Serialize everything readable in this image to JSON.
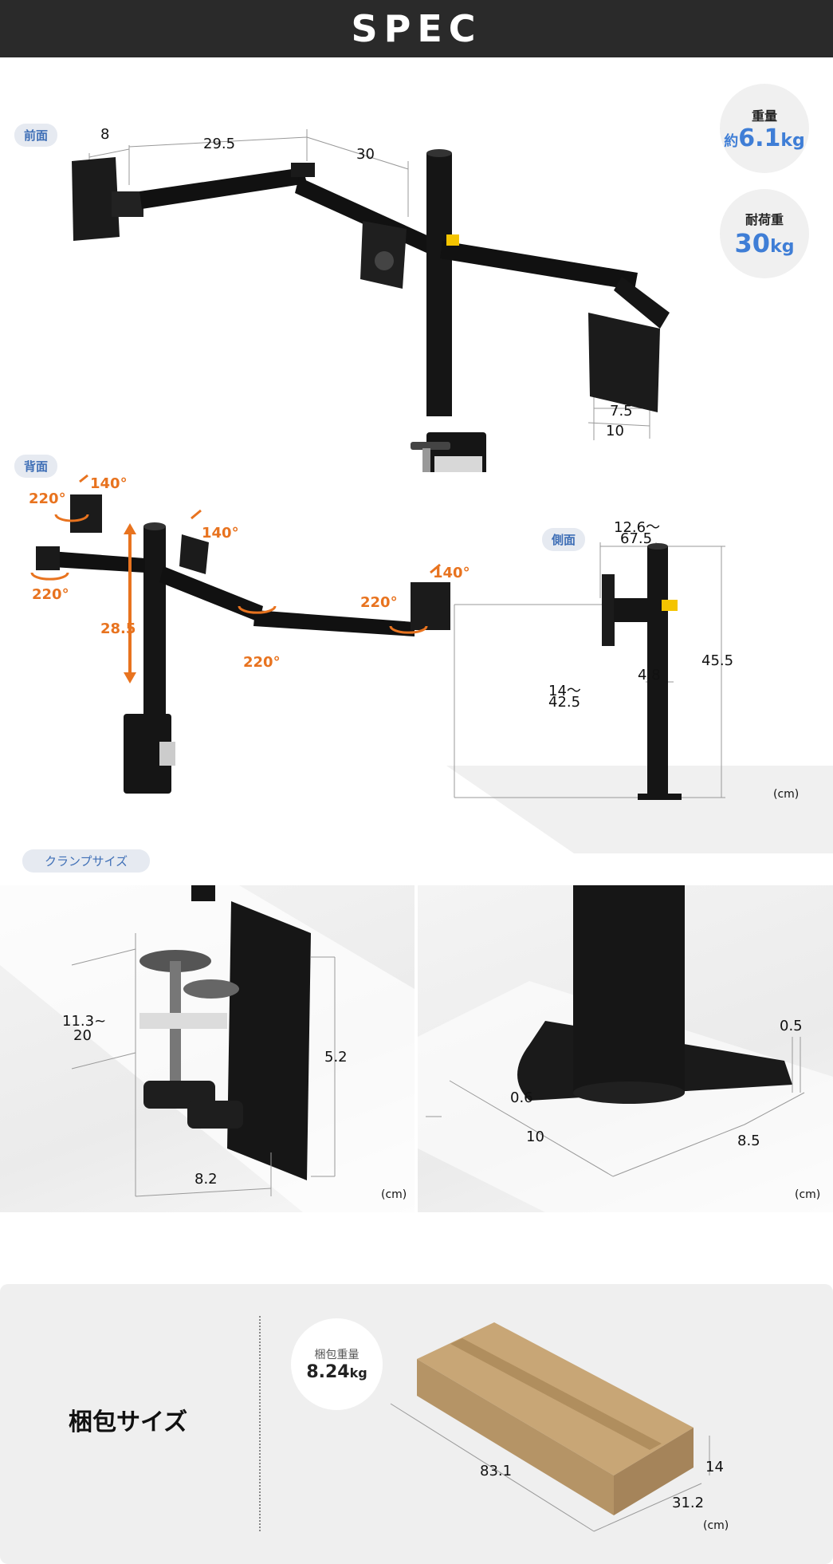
{
  "header": {
    "title": "SPEC"
  },
  "front": {
    "label": "前面",
    "dims": {
      "d8": "8",
      "d29": "29.5",
      "d30": "30",
      "d75": "7.5",
      "d10": "10"
    }
  },
  "weight_badge": {
    "label": "重量",
    "prefix": "約",
    "value": "6.1",
    "unit": "kg"
  },
  "load_badge": {
    "label": "耐荷重",
    "value": "30",
    "unit": "kg"
  },
  "back": {
    "label": "背面",
    "angles": {
      "a1": "220°",
      "a2": "140°",
      "a3": "220°",
      "a4": "140°",
      "a5": "220°",
      "a6": "140°",
      "a7": "220°"
    },
    "height": "28.5"
  },
  "side": {
    "label": "側面",
    "depth_top": "12.6〜",
    "depth_bottom": "67.5",
    "height": "45.5",
    "pole": "4.8",
    "arm_top": "14〜",
    "arm_bottom": "42.5",
    "unit": "(cm)"
  },
  "clamp": {
    "label": "クランプサイズ",
    "range_top": "11.3~",
    "range_bottom": "20",
    "plate_h": "5.2",
    "depth": "8.2",
    "unit": "(cm)"
  },
  "base": {
    "thick": "0.5",
    "plate": "0.6",
    "d10": "10",
    "d85": "8.5",
    "unit": "(cm)"
  },
  "package": {
    "title": "梱包サイズ",
    "weight_label": "梱包重量",
    "weight_value": "8.24",
    "weight_unit": "kg",
    "length": "83.1",
    "height": "14",
    "width": "31.2",
    "unit": "(cm)"
  }
}
